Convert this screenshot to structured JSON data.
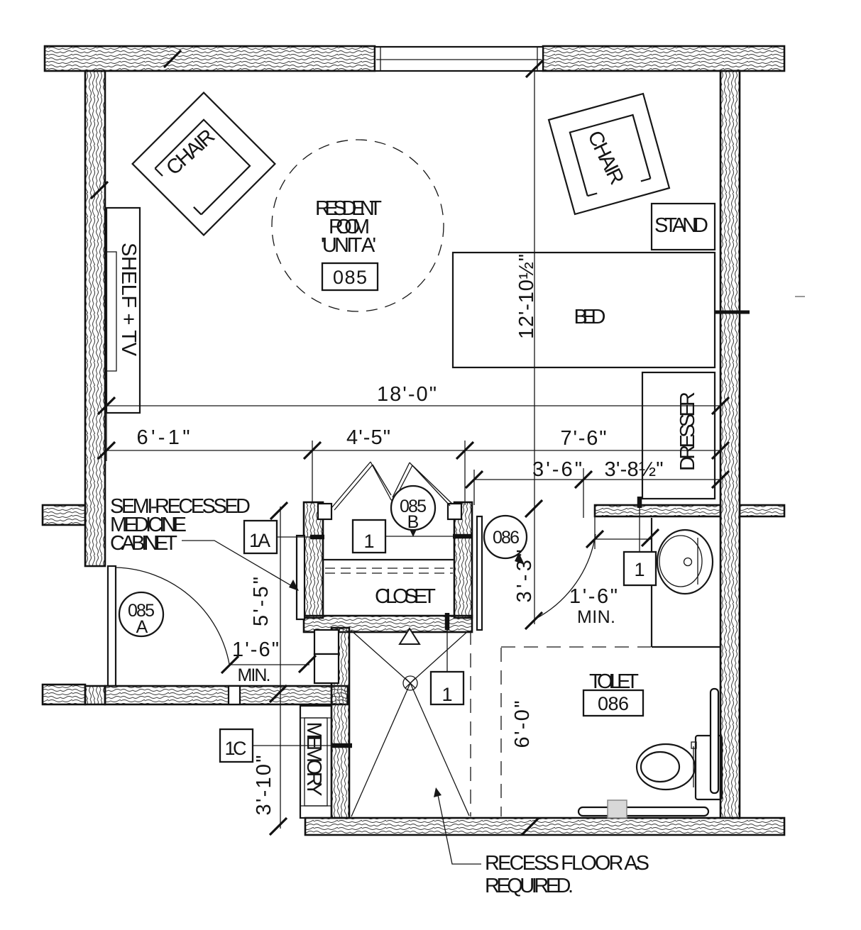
{
  "drawing": {
    "rooms": {
      "resident": {
        "l1": "RESIDENT",
        "l2": "ROOM",
        "l3": "'UNIT A'",
        "number": "085"
      },
      "toilet": {
        "label": "TOILET",
        "number": "086"
      }
    },
    "furniture": {
      "chair_left": "CHAIR",
      "chair_right": "CHAIR",
      "stand": "STAND",
      "bed": "BED",
      "shelf_tv": "SHELF + TV",
      "dresser": "DRESSER",
      "closet": "CLOSET",
      "memory_box": "MEMORY"
    },
    "dimensions": {
      "overall": "18'-0\"",
      "seg_left": "6'-1\"",
      "seg_closet": "4'-5\"",
      "seg_right": "7'-6\"",
      "bath_opening": "3'-6\"",
      "vanity_width": "3'-8½\"",
      "room_depth": "12'-10½\"",
      "closet_depth": "5'-5\"",
      "door_side": "3'-3\"",
      "entry_clear": "1'-6\"",
      "entry_clear_min": "MIN.",
      "bath_clear": "1'-6\"",
      "bath_clear_min": "MIN.",
      "memory_wall": "3'-10\"",
      "toilet_clear": "6'-0\""
    },
    "tags": {
      "door_a_num": "085",
      "door_a_letter": "A",
      "door_b_num": "085",
      "door_b_letter": "B",
      "door_toilet_num": "086",
      "key_1a": "1A",
      "key_1_closet": "1",
      "key_1_sink": "1",
      "key_1_shower": "1",
      "key_1c": "1C"
    },
    "notes": {
      "medicine_l1": "SEMI-RECESSED",
      "medicine_l2": "MEDICINE",
      "medicine_l3": "CABINET",
      "recess_l1": "RECESS FLOOR AS",
      "recess_l2": "REQUIRED."
    },
    "colors": {
      "line": "#161616",
      "background": "#ffffff"
    }
  }
}
